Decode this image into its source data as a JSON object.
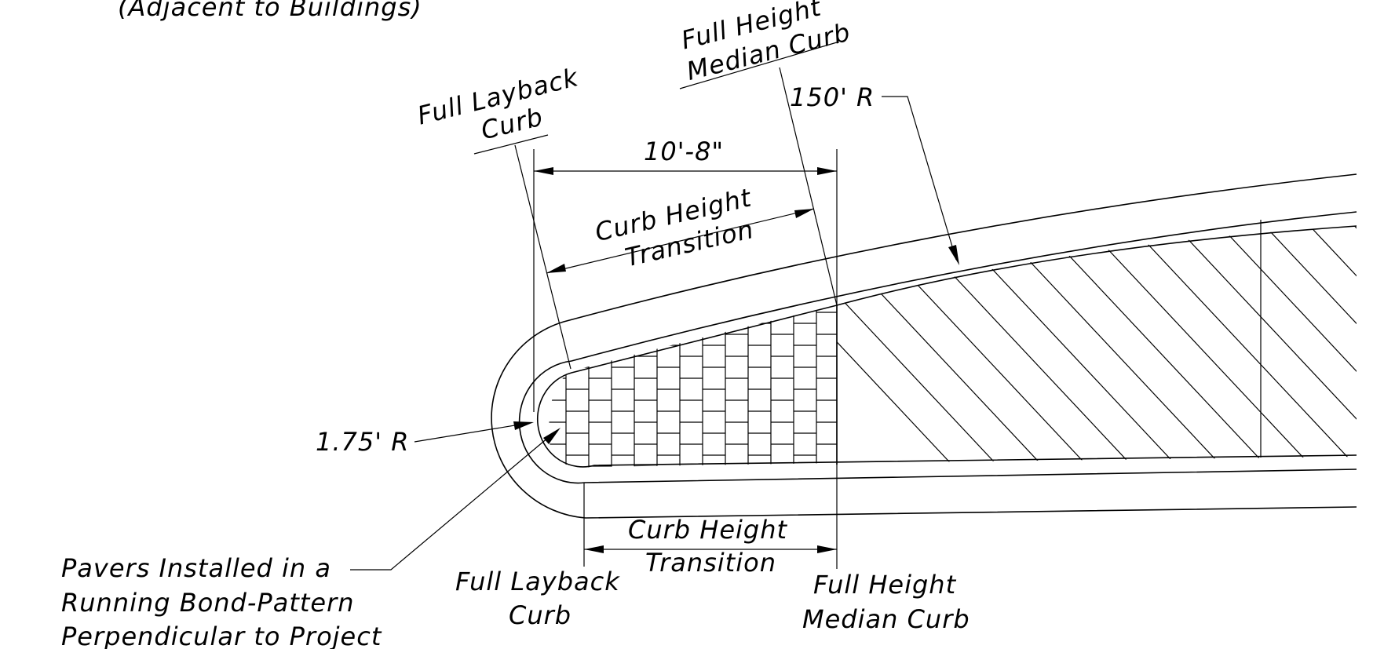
{
  "labels": {
    "top_partial": "(Adjacent to Buildings)",
    "full_height_top_line1": "Full Height",
    "full_height_top_line2": "Median Curb",
    "full_layback_top_line1": "Full Layback",
    "full_layback_top_line2": "Curb",
    "radius_150": "150' R",
    "dim_10_8": "10'-8\"",
    "transition_top_line1": "Curb Height",
    "transition_top_line2": "Transition",
    "radius_175": "1.75' R",
    "pavers_line1": "Pavers Installed in a",
    "pavers_line2": "Running Bond-Pattern",
    "pavers_line3": "Perpendicular to Project",
    "transition_bottom_line1": "Curb Height",
    "transition_bottom_line2": "Transition",
    "full_layback_bottom_line1": "Full Layback",
    "full_layback_bottom_line2": "Curb",
    "full_height_bottom_line1": "Full Height",
    "full_height_bottom_line2": "Median Curb"
  }
}
